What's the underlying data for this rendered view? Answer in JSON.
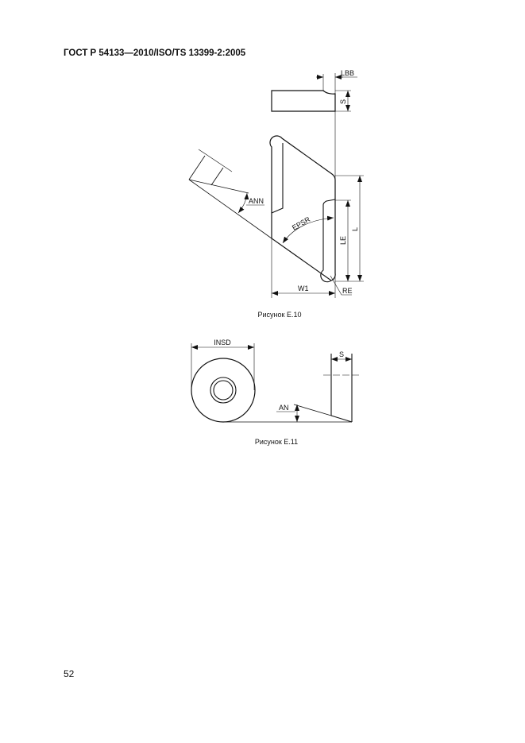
{
  "header": "ГОСТ Р 54133—2010/ISO/TS 13399-2:2005",
  "figure_10": {
    "labels": {
      "lbb": "LBB",
      "s": "S",
      "ann": "ANN",
      "epsr": "EPSR",
      "le": "LE",
      "l": "L",
      "w1": "W1",
      "re": "RE"
    },
    "caption": "Рисунок Е.10"
  },
  "figure_11": {
    "labels": {
      "insd": "INSD",
      "s": "S",
      "an": "AN"
    },
    "caption": "Рисунок Е.11"
  },
  "page_number": "52"
}
